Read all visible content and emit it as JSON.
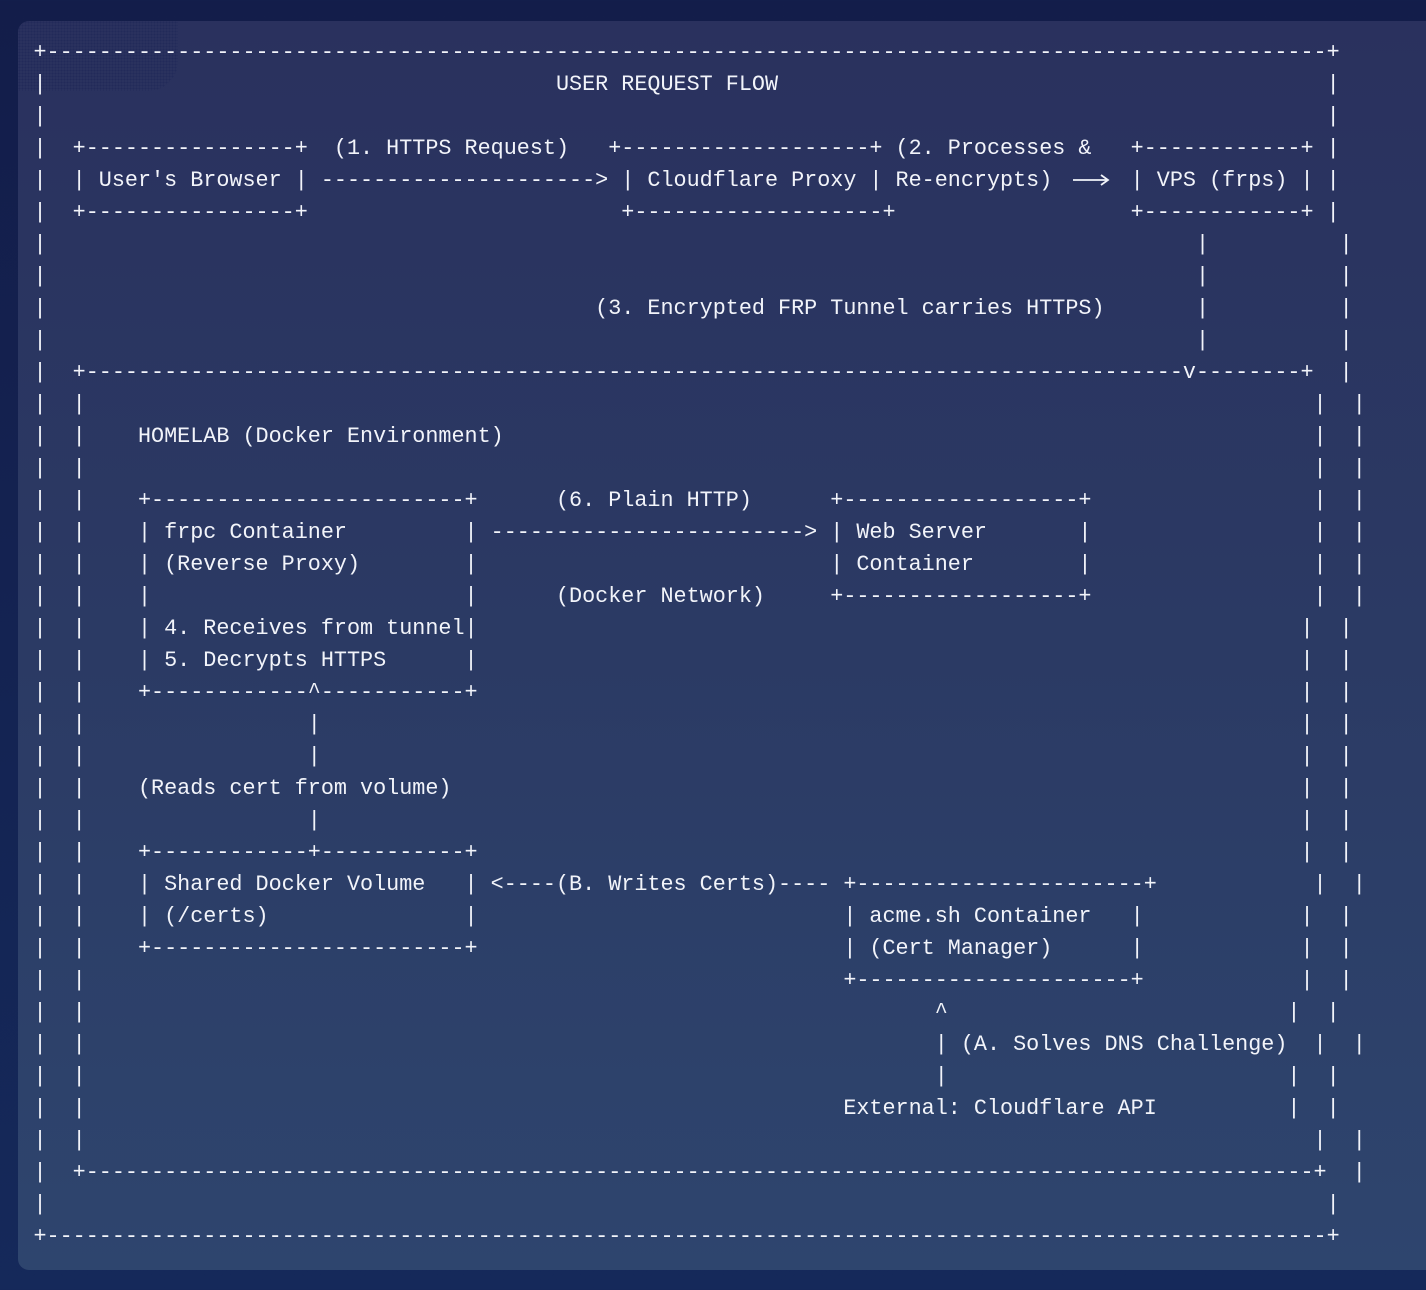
{
  "diagram": {
    "title": "USER REQUEST FLOW",
    "section_title": "HOMELAB (Docker Environment)",
    "nodes": [
      "User's Browser",
      "Cloudflare Proxy",
      "VPS (frps)",
      "frpc Container (Reverse Proxy)",
      "Web Server Container",
      "Shared Docker Volume (/certs)",
      "acme.sh Container (Cert Manager)",
      "External: Cloudflare API"
    ],
    "steps": [
      "(1. HTTPS Request)",
      "(2. Processes & Re-encrypts)",
      "(3. Encrypted FRP Tunnel carries HTTPS)",
      "4. Receives from tunnel",
      "5. Decrypts HTTPS",
      "(6. Plain HTTP)",
      "(Docker Network)",
      "(Reads cert from volume)",
      "(B. Writes Certs)",
      "(A. Solves DNS Challenge)"
    ],
    "long_arrow_glyph": "⟶",
    "lines": [
      "+--------------------------------------------------------------------------------------------------+",
      "|                                       USER REQUEST FLOW                                          |",
      "|                                                                                                  |",
      "|  +----------------+  (1. HTTPS Request)   +-------------------+ (2. Processes &   +------------+ |",
      "|  | User's Browser | ---------------------> | Cloudflare Proxy | Re-encrypts) ⟶ | VPS (frps) | |",
      "|  +----------------+                        +-------------------+                  +------------+ |",
      "|                                                                                        |          |",
      "|                                                                                        |          |",
      "|                                          (3. Encrypted FRP Tunnel carries HTTPS)       |          |",
      "|                                                                                        |          |",
      "|  +------------------------------------------------------------------------------------v--------+  |",
      "|  |                                                                                              |  |",
      "|  |    HOMELAB (Docker Environment)                                                              |  |",
      "|  |                                                                                              |  |",
      "|  |    +------------------------+      (6. Plain HTTP)      +------------------+                 |  |",
      "|  |    | frpc Container         | ------------------------> | Web Server       |                 |  |",
      "|  |    | (Reverse Proxy)        |                           | Container        |                 |  |",
      "|  |    |                        |      (Docker Network)     +------------------+                 |  |",
      "|  |    | 4. Receives from tunnel|                                                               |  |",
      "|  |    | 5. Decrypts HTTPS      |                                                               |  |",
      "|  |    +------------^-----------+                                                               |  |",
      "|  |                 |                                                                           |  |",
      "|  |                 |                                                                           |  |",
      "|  |    (Reads cert from volume)                                                                 |  |",
      "|  |                 |                                                                           |  |",
      "|  |    +------------+-----------+                                                               |  |",
      "|  |    | Shared Docker Volume   | <----(B. Writes Certs)---- +----------------------+            |  |",
      "|  |    | (/certs)               |                            | acme.sh Container   |            |  |",
      "|  |    +------------------------+                            | (Cert Manager)      |            |  |",
      "|  |                                                          +---------------------+            |  |",
      "|  |                                                                 ^                          |  |",
      "|  |                                                                 | (A. Solves DNS Challenge)  |  |",
      "|  |                                                                 |                          |  |",
      "|  |                                                          External: Cloudflare API          |  |",
      "|  |                                                                                              |  |",
      "|  +----------------------------------------------------------------------------------------------+  |",
      "|                                                                                                  |",
      "+--------------------------------------------------------------------------------------------------+"
    ]
  }
}
